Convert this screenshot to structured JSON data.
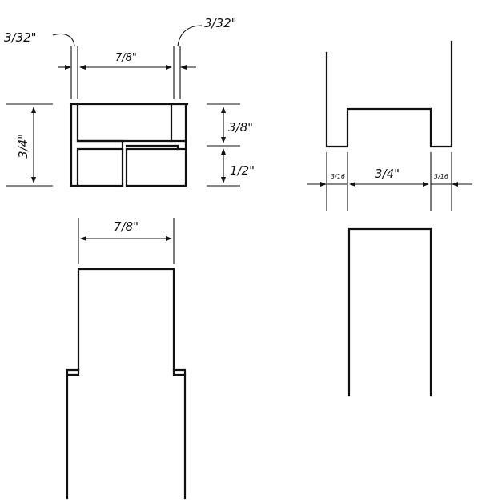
{
  "joint_section": {
    "width_label": "7/8\"",
    "left_gap_label": "3/32\"",
    "right_gap_label": "3/32\"",
    "height_label": "3/4\"",
    "upper_part_label": "3/8\"",
    "lower_part_label": "1/2\""
  },
  "tenon_elevation": {
    "width_label": "7/8\""
  },
  "channel_section": {
    "left_lip_label": "3/16",
    "inner_width_label": "3/4\"",
    "right_lip_label": "3/16"
  },
  "inner_rail": {}
}
